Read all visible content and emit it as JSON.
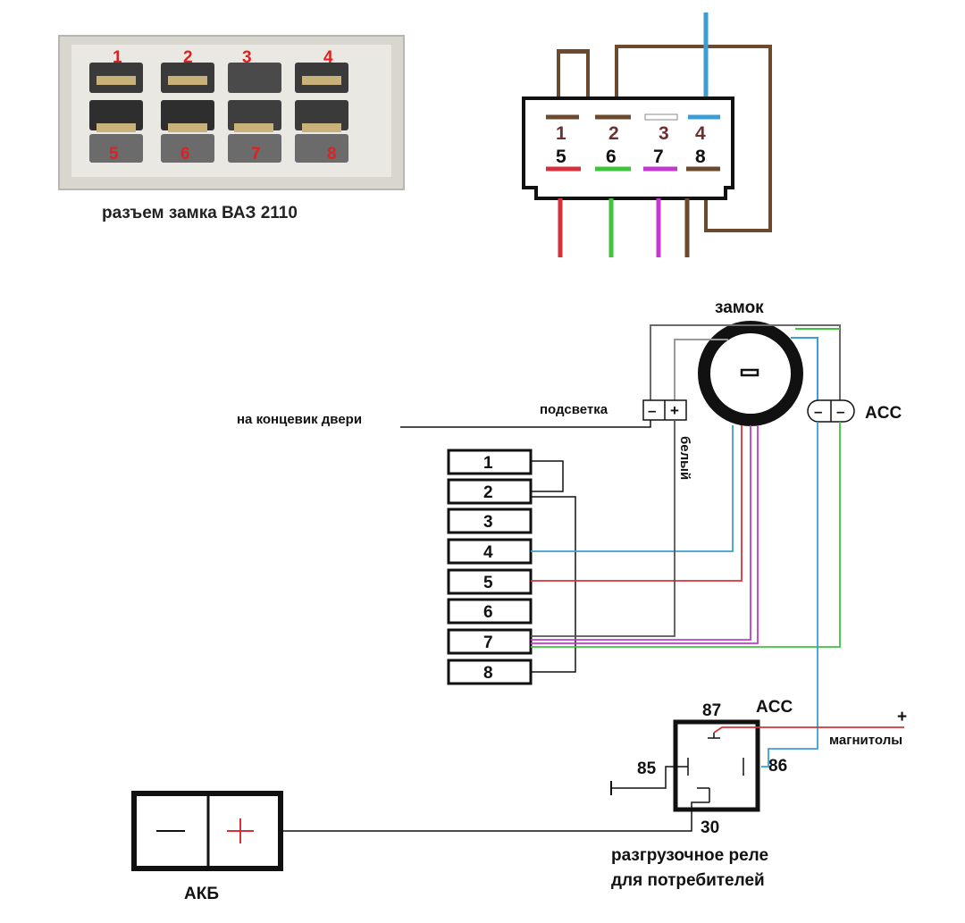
{
  "photo": {
    "caption": "разъем замка ВАЗ 2110",
    "pins_top": [
      "1",
      "2",
      "3",
      "4"
    ],
    "pins_bottom": [
      "5",
      "6",
      "7",
      "8"
    ]
  },
  "connector": {
    "pins_top": [
      "1",
      "2",
      "3",
      "4"
    ],
    "pins_bottom": [
      "5",
      "6",
      "7",
      "8"
    ]
  },
  "lock": {
    "title": "замок",
    "center_symbol": "–",
    "backlight_label": "подсветка",
    "backlight_minus": "–",
    "backlight_plus": "+",
    "acc_label": "ACC",
    "acc_minus_1": "–",
    "acc_minus_2": "–",
    "door_switch_label": "на концевик двери",
    "white_wire_label": "белый"
  },
  "block": {
    "pins": [
      "1",
      "2",
      "3",
      "4",
      "5",
      "6",
      "7",
      "8"
    ]
  },
  "relay": {
    "acc_label": "ACC",
    "pin_87": "87",
    "pin_85": "85",
    "pin_86": "86",
    "pin_30": "30",
    "radio_plus": "+",
    "radio_label": "магнитолы",
    "caption_line1": "разгрузочное реле",
    "caption_line2": "для потребителей"
  },
  "battery": {
    "label": "АКБ",
    "minus": "—",
    "plus": "+"
  },
  "colors": {
    "brown": "#6b4a2e",
    "blue": "#3b9fd6",
    "red": "#d8303a",
    "green": "#3ec43e",
    "magenta": "#c23ad0",
    "black": "#111111",
    "pin_number_dark": "#6b3030",
    "photo_number_red": "#e02020"
  }
}
